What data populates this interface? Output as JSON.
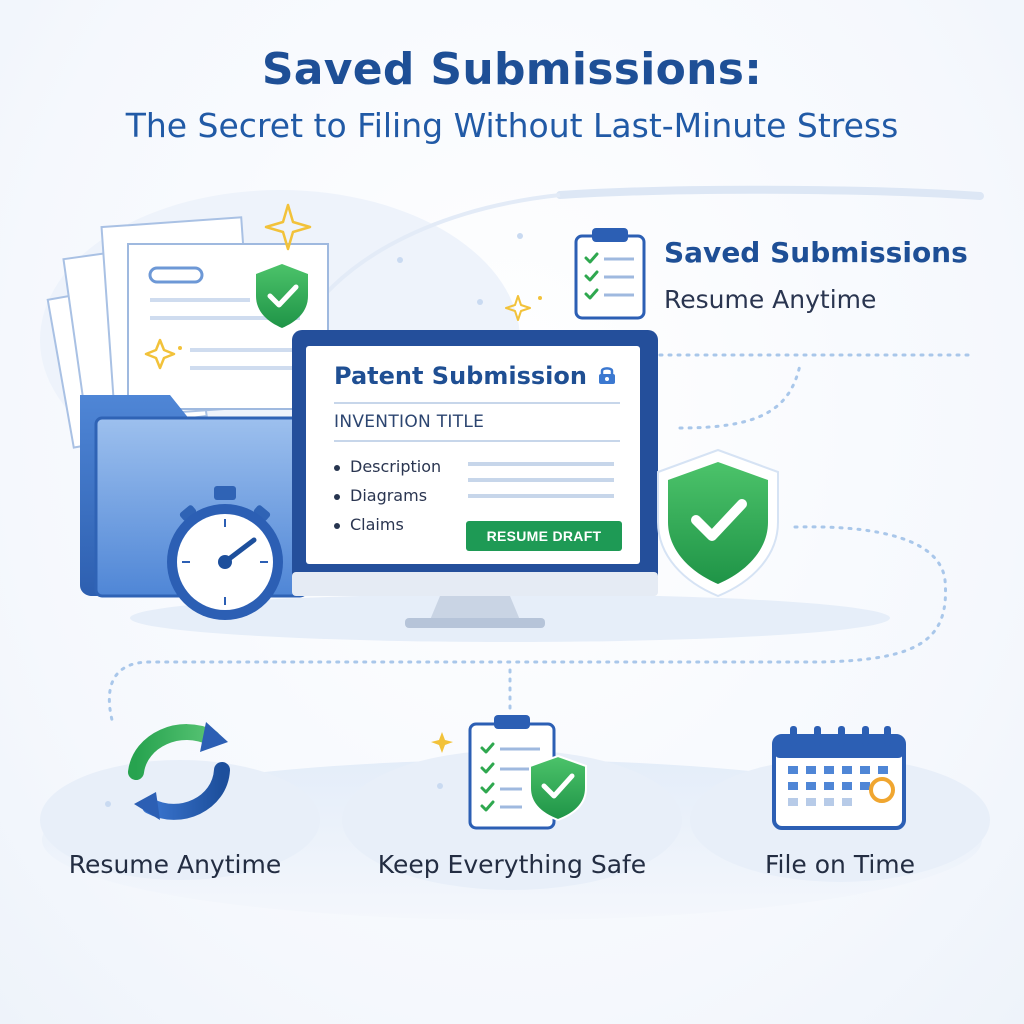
{
  "header": {
    "title": "Saved Submissions:",
    "subtitle": "The Secret to Filing Without Last-Minute Stress"
  },
  "side_callout": {
    "title": "Saved Submissions",
    "subtitle": "Resume Anytime",
    "icon": "clipboard-checklist-icon"
  },
  "screen": {
    "title": "Patent Submission",
    "field_label": "INVENTION TITLE",
    "items": [
      "Description",
      "Diagrams",
      "Claims"
    ],
    "button_label": "RESUME DRAFT",
    "lock_icon": "lock-icon"
  },
  "features": [
    {
      "label": "Resume Anytime",
      "icon": "sync-arrows-icon"
    },
    {
      "label": "Keep Everything Safe",
      "icon": "clipboard-shield-icon"
    },
    {
      "label": "File on Time",
      "icon": "calendar-icon"
    }
  ],
  "colors": {
    "brand_blue": "#1e4f96",
    "accent_green": "#1e9a55",
    "shield_green": "#2fa84f",
    "star_gold": "#f2c23a",
    "clock_ring": "#f0a630"
  }
}
